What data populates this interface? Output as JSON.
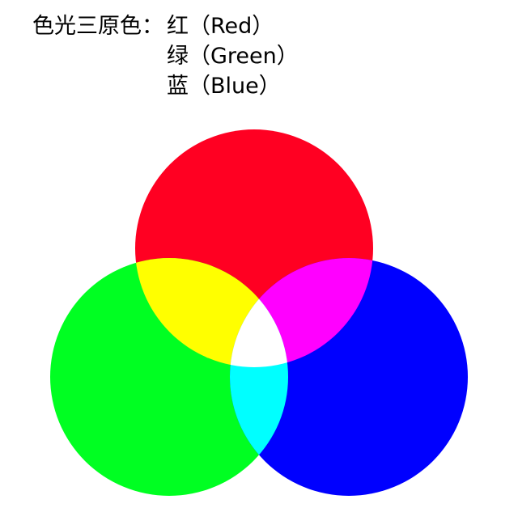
{
  "caption": {
    "label": "色光三原色：",
    "colors": [
      "红（Red）",
      "绿（Green）",
      "蓝（Blue）"
    ]
  },
  "palette": {
    "red": "#ff0022",
    "green": "#00ff22",
    "blue": "#0000ff",
    "yellow": "#ffff00",
    "magenta": "#ff00ff",
    "cyan": "#00ffff",
    "white": "#ffffff"
  }
}
